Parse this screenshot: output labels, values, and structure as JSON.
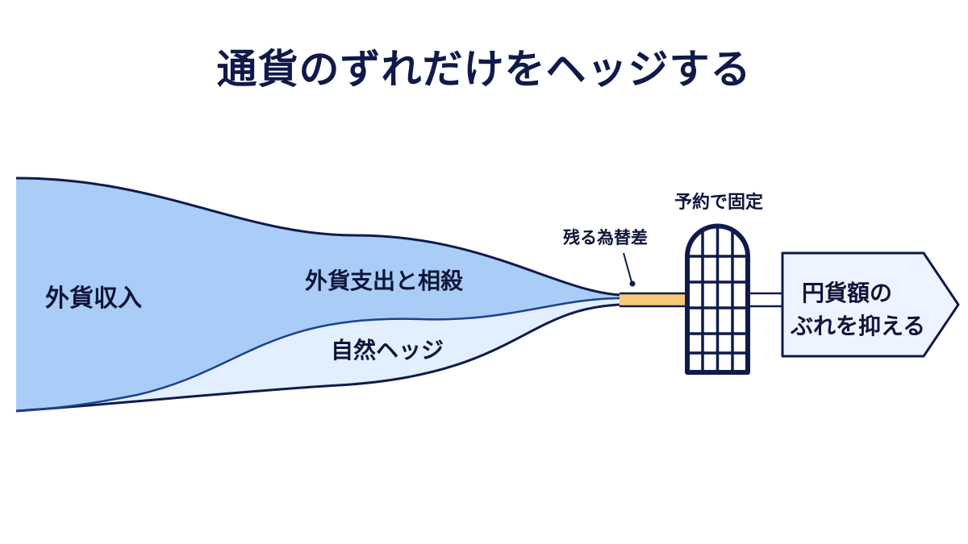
{
  "title": "通貨のずれだけをヘッジする",
  "labels": {
    "income": "外貨収入",
    "offset": "外貨支出と相殺",
    "natural_hedge": "自然ヘッジ",
    "residual": "残る為替差",
    "forward": "予約で固定",
    "result_line1": "円貨額の",
    "result_line2": "ぶれを抑える"
  },
  "colors": {
    "navy": "#101a4a",
    "flow_main": "#a9cdf6",
    "flow_light": "#e2efff",
    "residual": "#f6c977",
    "box_fill": "#eef4ff"
  },
  "icons": {
    "forward": "gate-grid-icon",
    "result": "arrow-box-icon"
  }
}
